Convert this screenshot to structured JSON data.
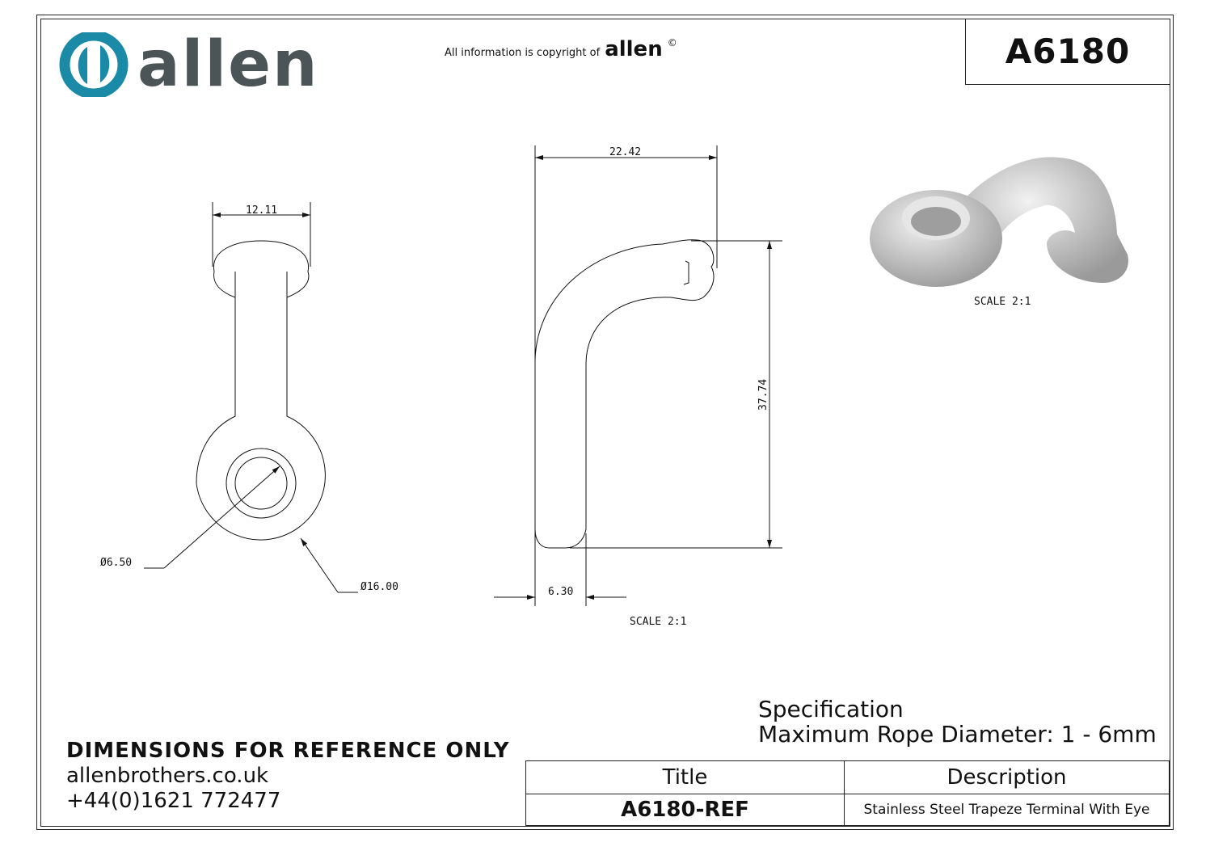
{
  "header": {
    "logo_text": "allen",
    "copyright_text": "All information is copyright of",
    "copyright_brand": "allen",
    "copyright_symbol": "©",
    "part_number": "A6180",
    "brand_color": "#1a8aa6"
  },
  "views": {
    "front": {
      "width_dim": "12.11",
      "inner_dia": "Ø6.50",
      "outer_dia": "Ø16.00"
    },
    "side": {
      "width_dim": "22.42",
      "height_dim": "37.74",
      "thickness_dim": "6.30",
      "scale": "SCALE 2:1"
    },
    "iso": {
      "scale": "SCALE 2:1"
    }
  },
  "specification": {
    "heading": "Specification",
    "line": "Maximum Rope Diameter: 1 - 6mm"
  },
  "notes": {
    "disclaimer": "DIMENSIONS FOR REFERENCE ONLY",
    "website": "allenbrothers.co.uk",
    "phone": "+44(0)1621 772477"
  },
  "title_block": {
    "title_header": "Title",
    "description_header": "Description",
    "title_value": "A6180-REF",
    "description_value": "Stainless Steel Trapeze Terminal With Eye"
  }
}
